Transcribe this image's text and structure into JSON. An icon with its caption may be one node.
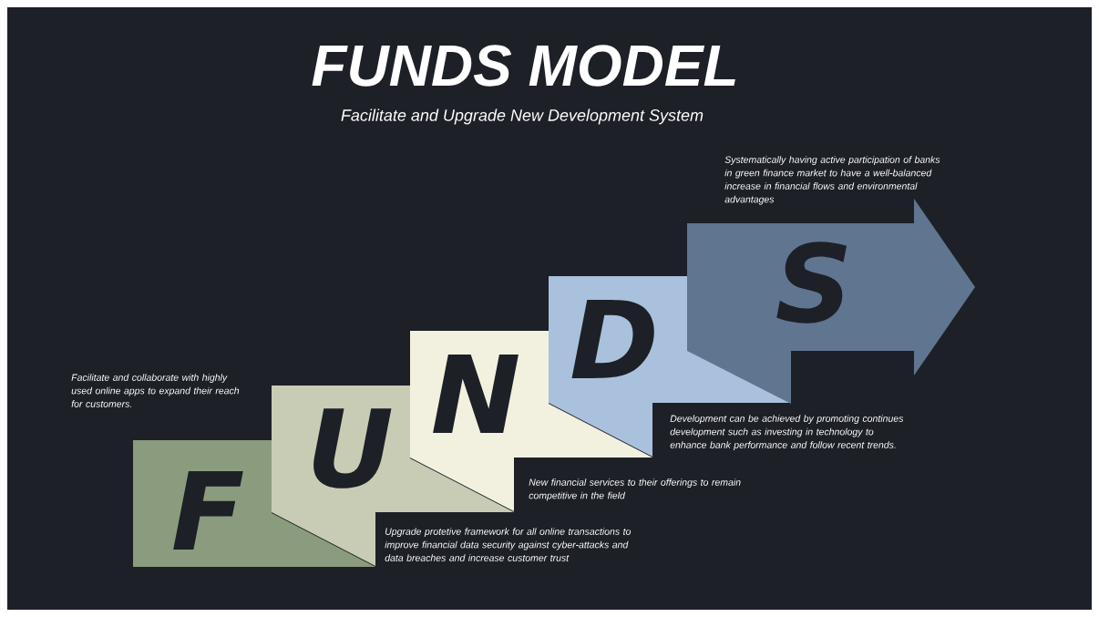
{
  "diagram": {
    "title": "FUNDS MODEL",
    "nodes": [
      {
        "text": [
          "F"
        ],
        "beside": [
          "Facilitate and collaborate with highly used online apps to expand their reach for customers."
        ]
      },
      {
        "text": [
          "U"
        ],
        "beside": [
          "Upgrade protetive framework for all online transactions to improve financial data security against cyber-attacks and data breaches and increase customer trust"
        ]
      },
      {
        "text": [
          "N"
        ],
        "beside": [
          "New financial services to their offerings to remain competitive in the field"
        ]
      },
      {
        "text": [
          "D"
        ],
        "beside": [
          "Development can be achieved by promoting continues development such as investing in technology to enhance bank performance and follow recent trends."
        ]
      },
      {
        "text": [
          "S"
        ],
        "beside": [
          "Systematically  having active participation of banks in green finance market to have a well-balanced increase in financial flows and environmental advantages"
        ]
      }
    ],
    "labels": [
      "Facilitate and Upgrade New Development System"
    ]
  }
}
